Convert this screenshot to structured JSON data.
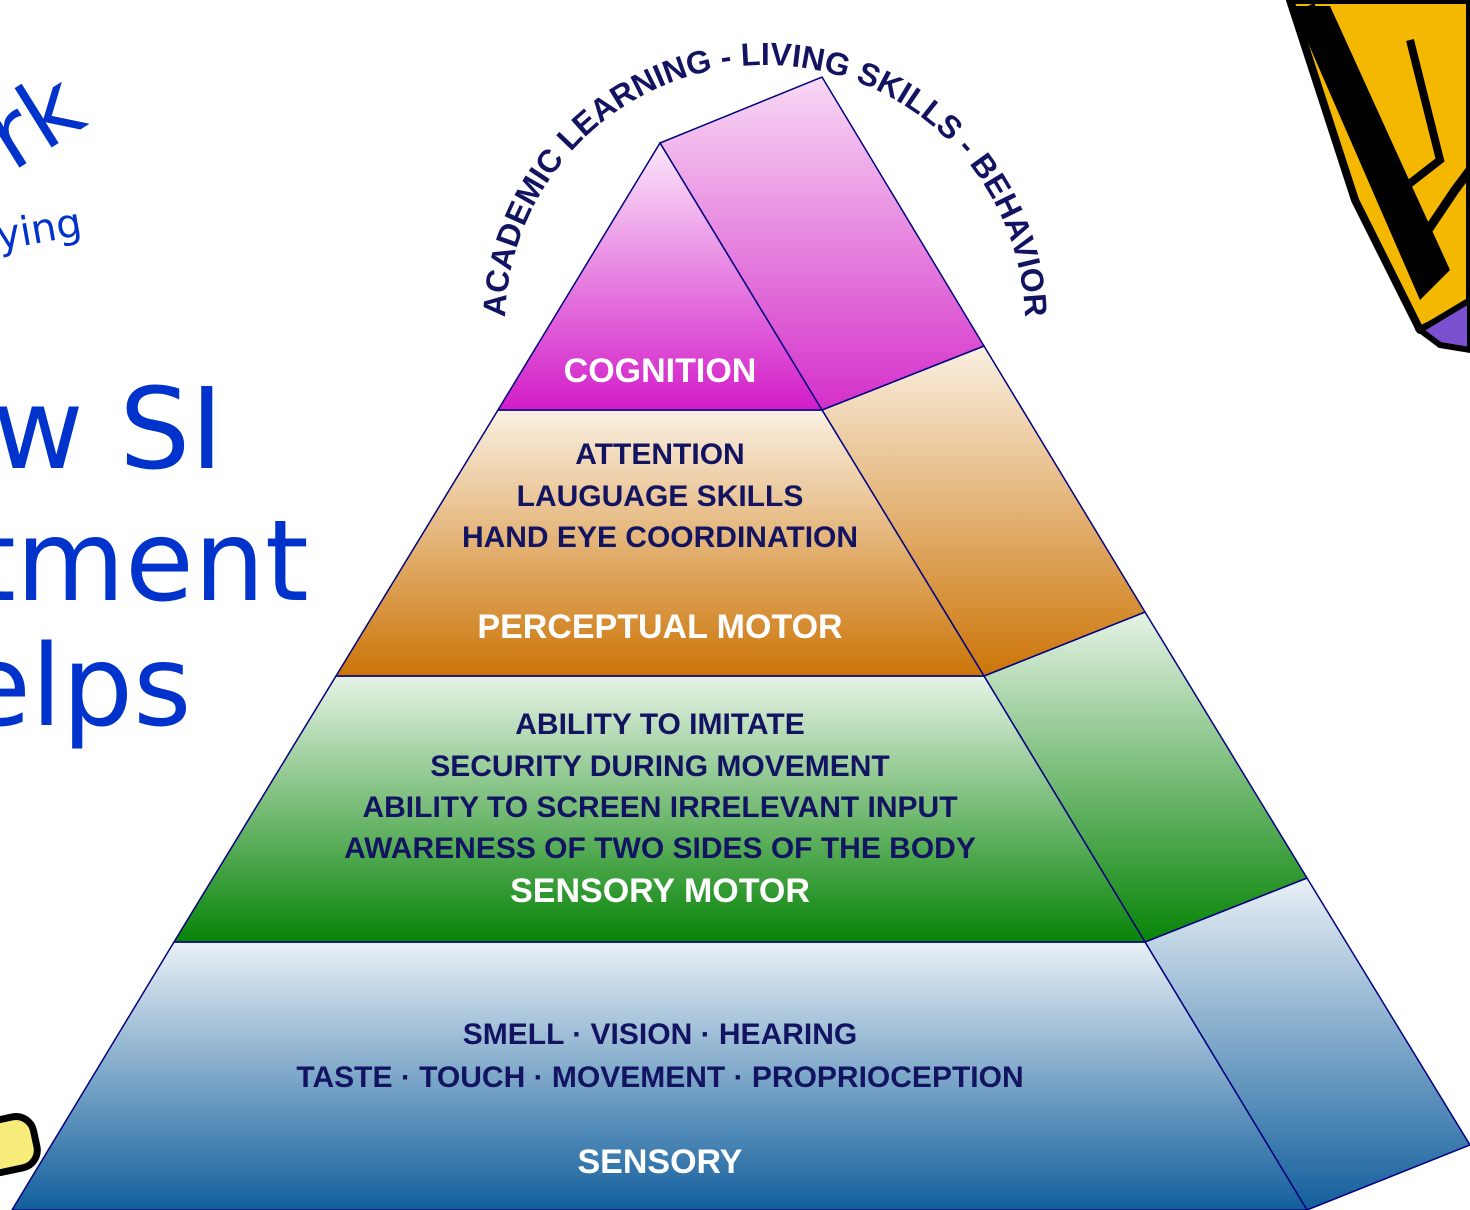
{
  "slide": {
    "title_fragment_lines": [
      "w SI",
      "tment",
      "elps"
    ],
    "logo_fragment": "rk",
    "subtitle_fragment": "ying"
  },
  "arc_text": "ACADEMIC LEARNING - LIVING SKILLS - BEHAVIOR",
  "levels": {
    "cognition": {
      "label": "COGNITION",
      "items": []
    },
    "perceptual": {
      "label": "PERCEPTUAL MOTOR",
      "items": [
        "ATTENTION",
        "LAUGUAGE SKILLS",
        "HAND EYE COORDINATION"
      ]
    },
    "sensory_motor": {
      "label": "SENSORY MOTOR",
      "items": [
        "ABILITY TO IMITATE",
        "SECURITY DURING MOVEMENT",
        "ABILITY TO SCREEN IRRELEVANT INPUT",
        "AWARENESS OF TWO SIDES OF THE BODY"
      ]
    },
    "sensory": {
      "label": "SENSORY",
      "items": [
        "SMELL · VISION · HEARING",
        "TASTE · TOUCH · MOVEMENT · PROPRIOCEPTION"
      ]
    }
  },
  "colors": {
    "cognition": "#d21cc8",
    "perceptual": "#cc7a12",
    "sensory_motor": "#0e8a0e",
    "sensory": "#1a6aa0",
    "text_dark": "#121361",
    "title_blue": "#0033cc",
    "pencil_yellow": "#f5b800",
    "pencil_purple": "#7a4fd0"
  },
  "icons": [
    "pencil-icon",
    "eraser-icon"
  ]
}
